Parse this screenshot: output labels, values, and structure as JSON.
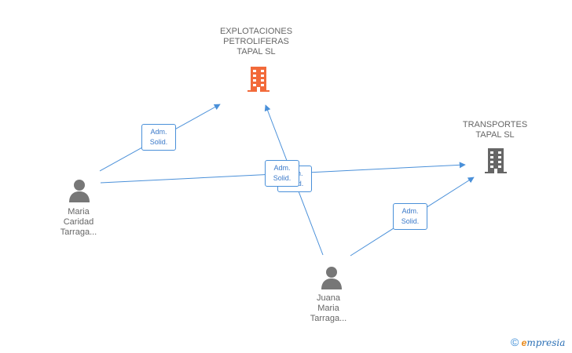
{
  "nodes": {
    "explotaciones": {
      "lines": [
        "EXPLOTACIONES",
        "PETROLIFERAS",
        "TAPAL SL"
      ],
      "icon": "building-icon",
      "color": "#f26a3a"
    },
    "transportes": {
      "lines": [
        "TRANSPORTES",
        "TAPAL SL"
      ],
      "icon": "building-icon",
      "color": "#666666"
    },
    "maria": {
      "lines": [
        "Maria",
        "Caridad",
        "Tarraga..."
      ],
      "icon": "person-icon",
      "color": "#777777"
    },
    "juana": {
      "lines": [
        "Juana",
        "Maria",
        "Tarraga..."
      ],
      "icon": "person-icon",
      "color": "#777777"
    }
  },
  "relations": {
    "maria_explotaciones": [
      "Adm.",
      "Solid."
    ],
    "juana_explotaciones": [
      "Adm.",
      "Solid."
    ],
    "maria_transportes": [
      "Adm.",
      "Solid."
    ],
    "juana_transportes": [
      "Adm.",
      "Solid."
    ]
  },
  "edge_color": "#4a90d9",
  "footer": {
    "copyright": "©",
    "brand_first": "e",
    "brand_rest": "mpresia"
  }
}
